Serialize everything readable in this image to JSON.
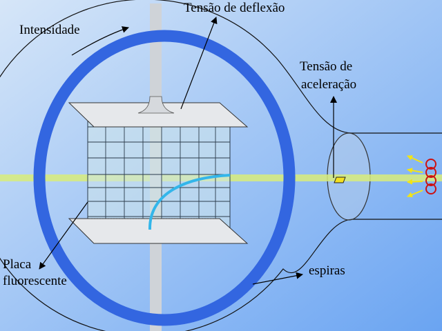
{
  "labels": {
    "intensity": "Intensidade",
    "deflection_voltage": "Tensão de deflexão",
    "acceleration_voltage_line1": "Tensão de",
    "acceleration_voltage_line2": "aceleração",
    "plate_line1": "Placa",
    "plate_line2": "fluorescente",
    "coils": "espiras"
  },
  "colors": {
    "background_light": "#d2e3f7",
    "background_dark": "#6fa8f2",
    "coil_ring": "#3366e0",
    "electron_beam": "#d8ec7a",
    "electron_trace": "#33b6ea",
    "rod": "#cfd3d8",
    "grid_line": "#2a3a4a",
    "filament": "#cc1111",
    "emission_arrows": "#f2e416"
  },
  "icons": {
    "emission_arrow": "arrow",
    "filament": "coil"
  }
}
